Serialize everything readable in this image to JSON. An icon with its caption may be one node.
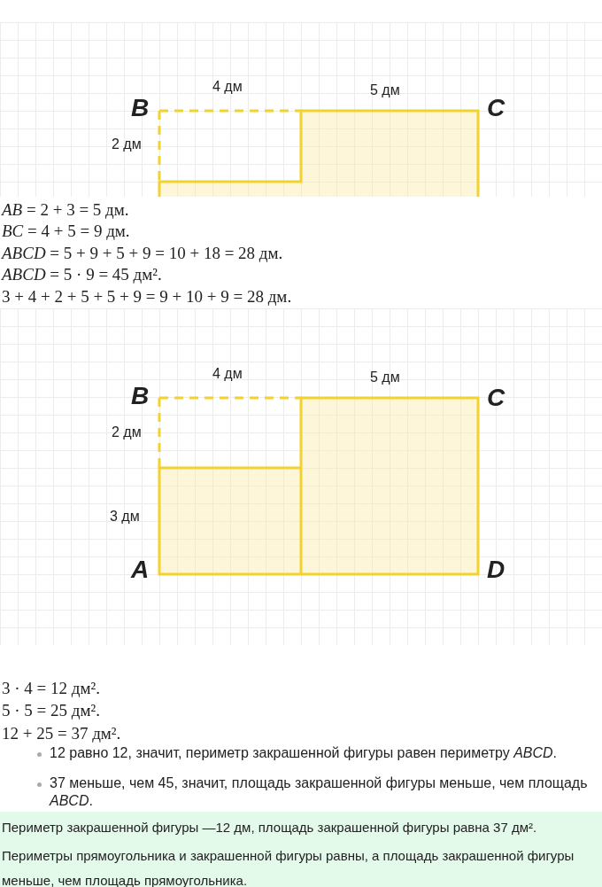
{
  "diagram": {
    "labels": [
      "4 дм",
      "5 дм",
      "B",
      "C",
      "2 дм",
      "*AB* = 2 + 3 = 5 дм.",
      "*BC* = 4 + 5 = 9 дм.",
      "*ABCD* = 5 + 9 + 5 + 9 = 10 + 18 = 28 дм.",
      "*ABCD* = 5 · 9 = 45 дм².",
      "3 + 4 + 2 + 5 + 5 + 9 = 9 + 10 + 9 = 28 дм.",
      "4 дм",
      "5 дм",
      "B",
      "C",
      "2 дм",
      "3 дм",
      "A",
      "D",
      "3 · 4 = 12 дм².",
      "5 · 5 = 25 дм².",
      "12 + 25 = 37 дм².",
      "12 равно 12, значит, периметр закрашенной фигуры равен периметру *ABCD*.",
      "37 меньше, чем 45, значит, площадь закрашенной фигуры меньше, чем площадь *ABCD*.",
      "Периметр закрашенной фигуры —12 дм, площадь закрашенной фигуры равна 37 дм².",
      "Периметры прямоугольника и закрашенной фигуры равны, а площадь закрашенной фигуры меньше, чем площадь прямоугольника."
    ]
  }
}
